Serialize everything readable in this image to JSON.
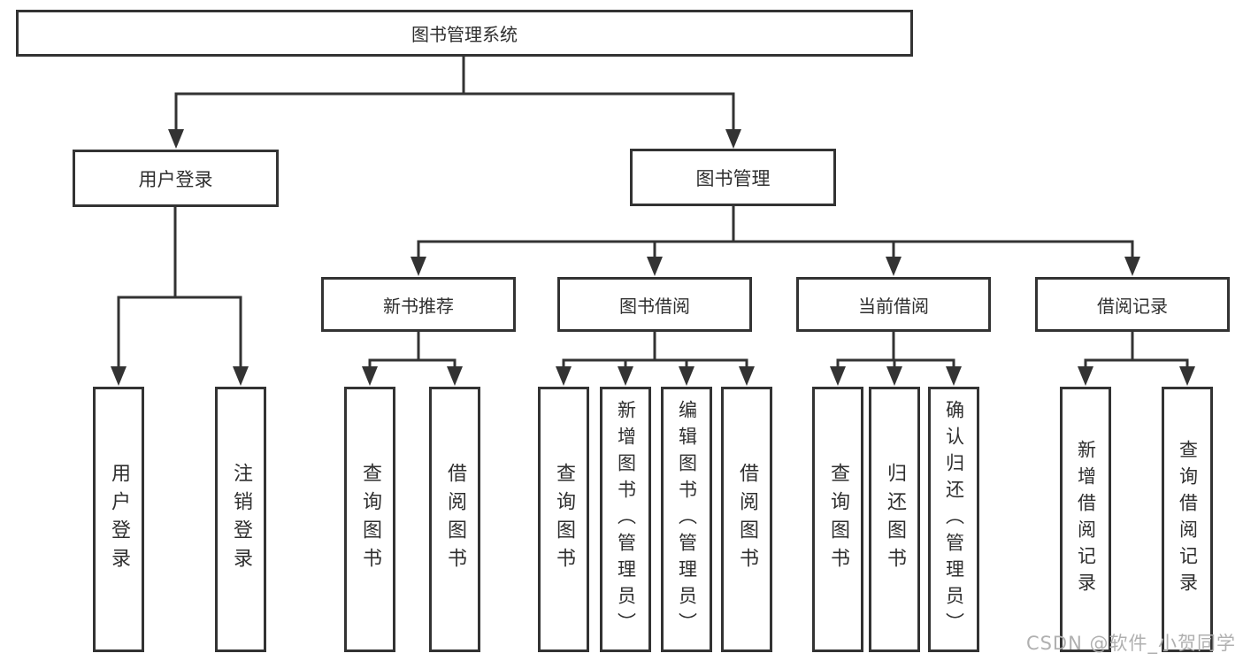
{
  "tree": {
    "label": "图书管理系统",
    "children": [
      {
        "label": "用户登录",
        "children": [
          {
            "label": "用户登录"
          },
          {
            "label": "注销登录"
          }
        ]
      },
      {
        "label": "图书管理",
        "children": [
          {
            "label": "新书推荐",
            "children": [
              {
                "label": "查询图书"
              },
              {
                "label": "借阅图书"
              }
            ]
          },
          {
            "label": "图书借阅",
            "children": [
              {
                "label": "查询图书"
              },
              {
                "label": "新增图书（管理员）"
              },
              {
                "label": "编辑图书（管理员）"
              },
              {
                "label": "借阅图书"
              }
            ]
          },
          {
            "label": "当前借阅",
            "children": [
              {
                "label": "查询图书"
              },
              {
                "label": "归还图书"
              },
              {
                "label": "确认归还（管理员）"
              }
            ]
          },
          {
            "label": "借阅记录",
            "children": [
              {
                "label": "新增借阅记录"
              },
              {
                "label": "查询借阅记录"
              }
            ]
          }
        ]
      }
    ]
  },
  "watermark": {
    "text": "CSDN @软件_小贺同学"
  },
  "colors": {
    "line": "#333333",
    "text": "#2f2f2f",
    "watermark": "#b0b0b0",
    "background": "#ffffff"
  }
}
